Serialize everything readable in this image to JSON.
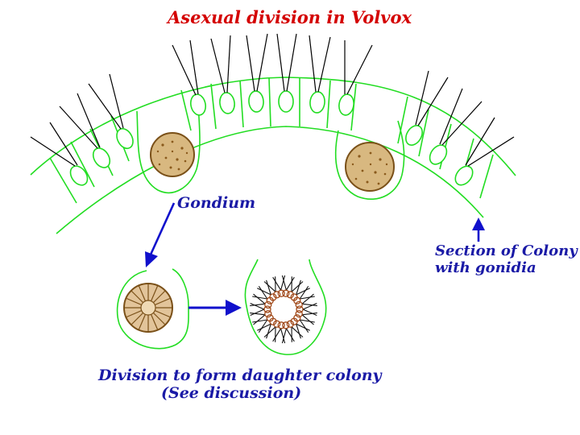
{
  "title": "Asexual division in Volvox",
  "labels": {
    "gondium": "Gondium",
    "section_line1": "Section of Colony",
    "section_line2": "with gonidia",
    "division_line1": "Division to form daughter colony",
    "division_line2": "(See discussion)"
  },
  "colors": {
    "outline": "#22dd22",
    "title": "#d40000",
    "label": "#1a1aa6",
    "arrow": "#1010cc",
    "gonidium_fill": "#d8b880",
    "gonidium_edge": "#7a5018",
    "flagella": "#000000"
  },
  "icons": [
    "flagella",
    "somatic-cell",
    "gonidium",
    "embryo",
    "arrow"
  ]
}
